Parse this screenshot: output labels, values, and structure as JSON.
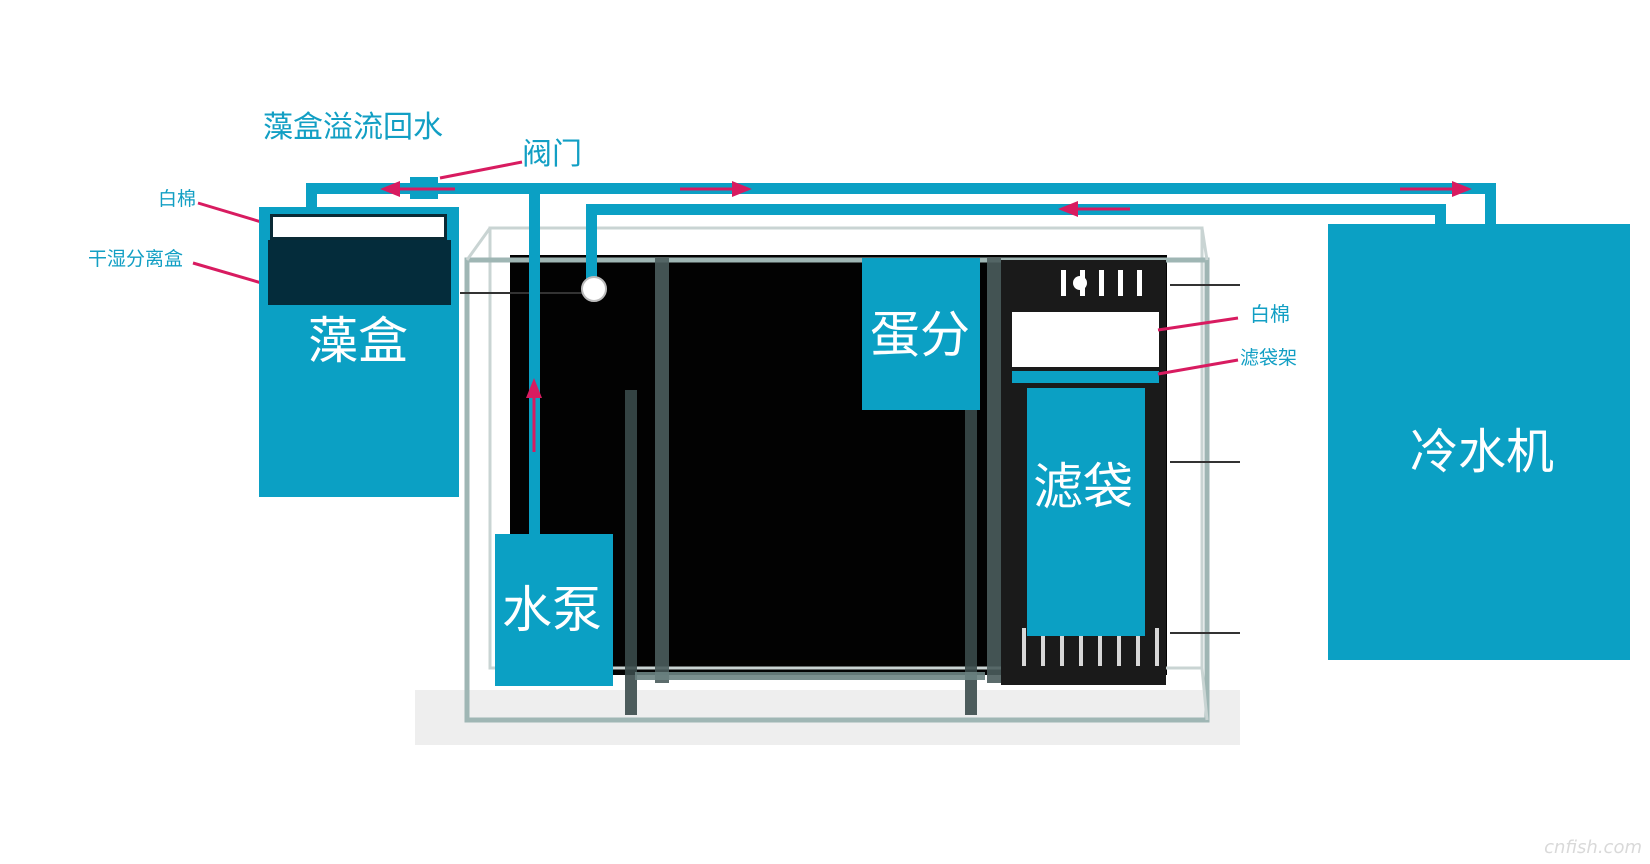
{
  "labels": {
    "overflow_return": "藻盒溢流回水",
    "valve": "阀门",
    "white_cotton_left": "白棉",
    "dry_wet_box": "干湿分离盒",
    "algae_box": "藻盒",
    "pump": "水泵",
    "skimmer": "蛋分",
    "filter_bag": "滤袋",
    "white_cotton_right": "白棉",
    "filter_bag_rack": "滤袋架",
    "chiller": "冷水机"
  },
  "watermark": "cnfish.com",
  "colors": {
    "pipe": "#0ba0c4",
    "box": "#0ba0c4",
    "label_text": "#129fc4",
    "arrow": "#d81b60",
    "tank_dark": "#020202",
    "glass": "#9fb6b4"
  }
}
